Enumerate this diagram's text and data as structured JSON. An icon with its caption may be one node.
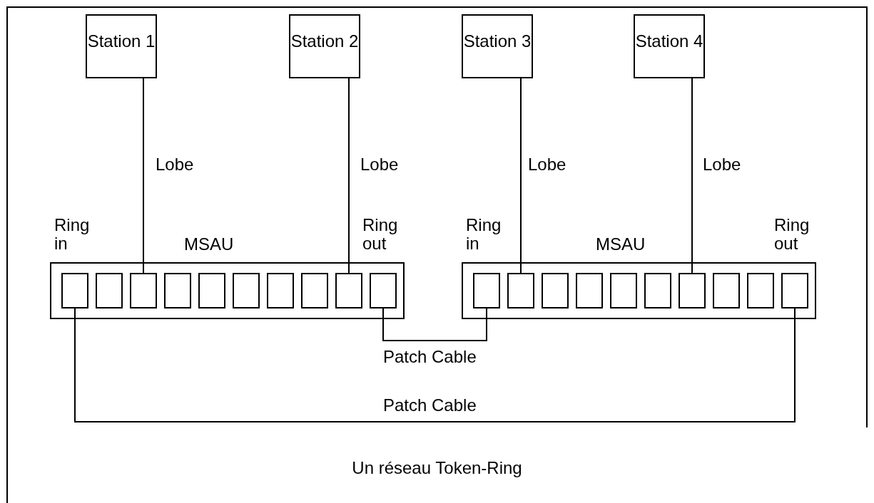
{
  "diagram": {
    "caption": "Un réseau Token-Ring",
    "nodes": [
      {
        "text": [
          "Station 1"
        ]
      },
      {
        "text": [
          "Station 2"
        ]
      },
      {
        "text": [
          "Station 3"
        ]
      },
      {
        "text": [
          "Station 4"
        ]
      },
      {
        "text": [
          "MSAU"
        ]
      },
      {
        "text": [],
        "shape": "box",
        "in": 4,
        "beside": [
          "Ring in"
        ]
      },
      {
        "text": [],
        "shape": "box",
        "in": 4
      },
      {
        "text": [],
        "shape": "box",
        "in": 4
      },
      {
        "text": [],
        "shape": "box",
        "in": 4
      },
      {
        "text": [],
        "shape": "box",
        "in": 4
      },
      {
        "text": [],
        "shape": "box",
        "in": 4
      },
      {
        "text": [],
        "shape": "box",
        "in": 4
      },
      {
        "text": [],
        "shape": "box",
        "in": 4
      },
      {
        "text": [],
        "shape": "box",
        "in": 4
      },
      {
        "text": [],
        "shape": "box",
        "in": 4,
        "beside": [
          "Ring out"
        ]
      },
      {
        "text": [
          "MSAU"
        ]
      },
      {
        "text": [],
        "shape": "box",
        "in": 15,
        "beside": [
          "Ring in"
        ]
      },
      {
        "text": [],
        "shape": "box",
        "in": 15
      },
      {
        "text": [],
        "shape": "box",
        "in": 15
      },
      {
        "text": [],
        "shape": "box",
        "in": 15
      },
      {
        "text": [],
        "shape": "box",
        "in": 15
      },
      {
        "text": [],
        "shape": "box",
        "in": 15
      },
      {
        "text": [],
        "shape": "box",
        "in": 15
      },
      {
        "text": [],
        "shape": "box",
        "in": 15
      },
      {
        "text": [],
        "shape": "box",
        "in": 15
      },
      {
        "text": [],
        "shape": "box",
        "in": 15,
        "beside": [
          "Ring out"
        ]
      }
    ],
    "edges": [
      {
        "from": 0,
        "to": 7,
        "arrow": "none",
        "label": "Lobe"
      },
      {
        "from": 1,
        "to": 13,
        "arrow": "none",
        "label": "Lobe"
      },
      {
        "from": 2,
        "to": 17,
        "arrow": "none",
        "label": "Lobe"
      },
      {
        "from": 3,
        "to": 22,
        "arrow": "none",
        "label": "Lobe"
      },
      {
        "from": 14,
        "to": 16,
        "arrow": "none",
        "label": "Patch Cable"
      },
      {
        "from": 5,
        "to": 25,
        "arrow": "none",
        "label": "Patch Cable"
      }
    ]
  }
}
